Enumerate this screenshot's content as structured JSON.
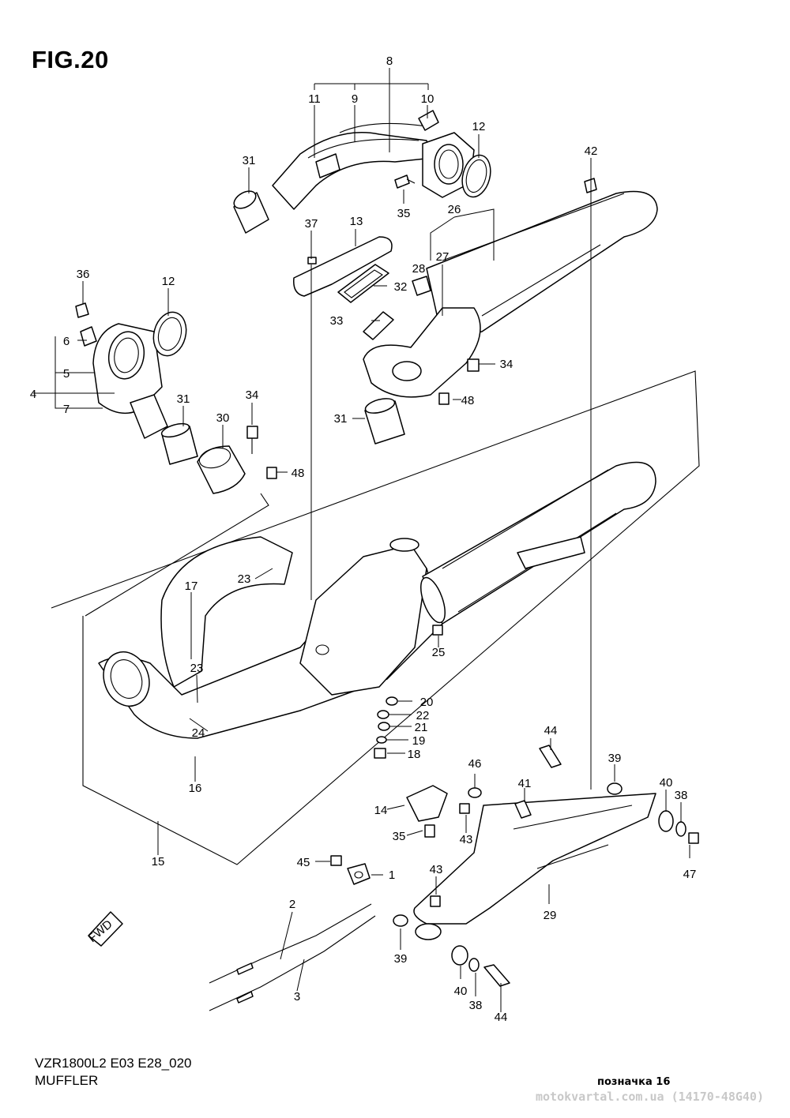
{
  "figure": {
    "title": "FIG.20"
  },
  "footer": {
    "model_code": "VZR1800L2 E03 E28_020",
    "section_name": "MUFFLER",
    "reference": "позначка 16",
    "watermark": "motokvartal.com.ua (14170-48G40)"
  },
  "fwd_label": "FWD",
  "callouts": {
    "c8": "8",
    "c9": "9",
    "c11": "11",
    "c10": "10",
    "c12a": "12",
    "c31a": "31",
    "c35a": "35",
    "c42": "42",
    "c26": "26",
    "c27": "27",
    "c28": "28",
    "c37": "37",
    "c13": "13",
    "c32": "32",
    "c33": "33",
    "c34a": "34",
    "c48a": "48",
    "c31b": "31",
    "c36": "36",
    "c12b": "12",
    "c6": "6",
    "c5": "5",
    "c4": "4",
    "c7": "7",
    "c31c": "31",
    "c30": "30",
    "c34b": "34",
    "c48b": "48",
    "c23a": "23",
    "c17": "17",
    "c23b": "23",
    "c24": "24",
    "c16": "16",
    "c15": "15",
    "c25": "25",
    "c20": "20",
    "c22": "22",
    "c21": "21",
    "c19": "19",
    "c18": "18",
    "c44a": "44",
    "c39a": "39",
    "c46": "46",
    "c41": "41",
    "c40a": "40",
    "c38a": "38",
    "c14": "14",
    "c43a": "43",
    "c35b": "35",
    "c47": "47",
    "c45": "45",
    "c1": "1",
    "c43b": "43",
    "c29": "29",
    "c2": "2",
    "c39b": "39",
    "c3": "3",
    "c40b": "40",
    "c38b": "38",
    "c44b": "44"
  },
  "colors": {
    "line": "#000000",
    "background": "#ffffff",
    "watermark": "#c8c8c8"
  }
}
